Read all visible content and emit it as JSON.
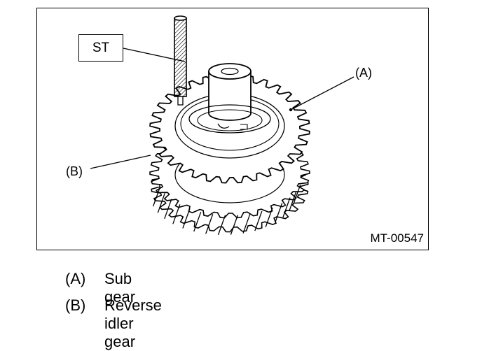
{
  "figure": {
    "tool_label": "ST",
    "callout_a": "(A)",
    "callout_b": "(B)",
    "figure_code": "MT-00547"
  },
  "legend": [
    {
      "key": "(A)",
      "text": "Sub gear"
    },
    {
      "key": "(B)",
      "text": "Reverse idler gear"
    }
  ]
}
